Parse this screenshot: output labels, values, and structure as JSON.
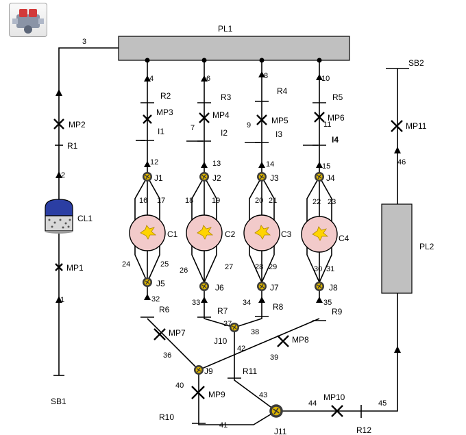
{
  "app_icon": "engine-icon",
  "plenums": {
    "pl1": "PL1",
    "pl2": "PL2"
  },
  "boundaries": {
    "sb1": "SB1",
    "sb2": "SB2"
  },
  "cleaner": "CL1",
  "cylinders": [
    "C1",
    "C2",
    "C3",
    "C4"
  ],
  "restrictions": [
    "R1",
    "R2",
    "R3",
    "R4",
    "R5",
    "R6",
    "R7",
    "R8",
    "R9",
    "R10",
    "R11",
    "R12"
  ],
  "measurement_points": [
    "MP1",
    "MP2",
    "MP3",
    "MP4",
    "MP5",
    "MP6",
    "MP7",
    "MP8",
    "MP9",
    "MP10",
    "MP11"
  ],
  "injectors": [
    "I1",
    "I2",
    "I3",
    "I4"
  ],
  "junctions": [
    "J1",
    "J2",
    "J3",
    "J4",
    "J5",
    "J6",
    "J7",
    "J8",
    "J9",
    "J10",
    "J11"
  ],
  "pipes": [
    "1",
    "2",
    "3",
    "4",
    "6",
    "7",
    "8",
    "9",
    "10",
    "11",
    "12",
    "13",
    "14",
    "15",
    "16",
    "17",
    "18",
    "19",
    "20",
    "21",
    "22",
    "23",
    "24",
    "25",
    "26",
    "27",
    "28",
    "29",
    "30",
    "31",
    "32",
    "33",
    "34",
    "35",
    "36",
    "37",
    "38",
    "39",
    "40",
    "41",
    "42",
    "43",
    "44",
    "45",
    "46"
  ],
  "colors": {
    "plenum": "#c0c0c0",
    "cylinder": "#f2caca",
    "cleaner": "#2b3ea3",
    "line": "#000000"
  }
}
